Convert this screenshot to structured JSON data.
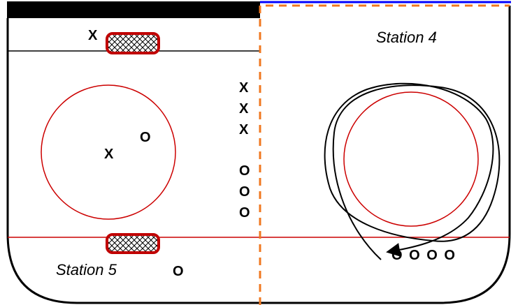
{
  "colors": {
    "board": "#000000",
    "red_line": "#cc0000",
    "divider": "#f07820",
    "blue_line": "#0000ff",
    "net_frame": "#c00000"
  },
  "stations": {
    "station_4": "Station 4",
    "station_5": "Station 5"
  },
  "players": {
    "top_goalie": "X",
    "left_circle_x": "X",
    "left_circle_o": "O",
    "line_x": [
      "X",
      "X",
      "X"
    ],
    "line_o": [
      "O",
      "O",
      "O"
    ],
    "station5_o": "O",
    "station4_row": "O O O O"
  }
}
